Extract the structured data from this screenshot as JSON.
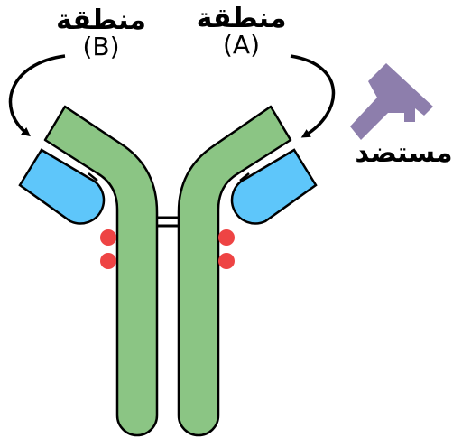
{
  "labels": {
    "region_b": {
      "word": "منطقة",
      "letter": "(B)"
    },
    "region_a": {
      "word": "منطقة",
      "letter": "(A)"
    },
    "antigen": "مستضد"
  },
  "colors": {
    "heavy_chain": "#8bc584",
    "light_chain": "#5ec6fa",
    "disulfide_bond": "#ee4444",
    "antigen": "#8d7eac",
    "outline": "#000000"
  }
}
